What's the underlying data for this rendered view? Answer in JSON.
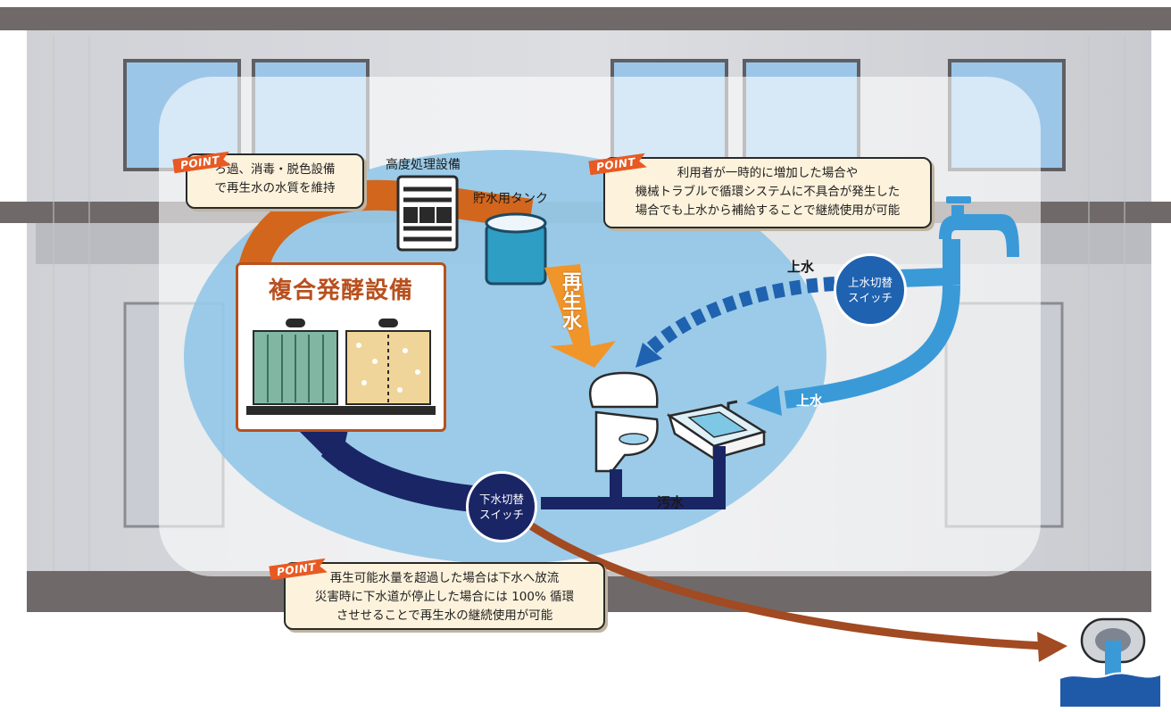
{
  "labels": {
    "facility_title": "複合発酵設備",
    "advanced_treatment": "高度処理設備",
    "storage_tank": "貯水用タンク",
    "reclaimed_water": "再生水",
    "tap_water_1": "上水",
    "tap_water_2": "上水",
    "sewage": "汚水"
  },
  "switches": {
    "tap_switch": [
      "上水切替",
      "スイッチ"
    ],
    "sewer_switch": [
      "下水切替",
      "スイッチ"
    ]
  },
  "callouts": {
    "badge": "POINT",
    "c1": [
      "ろ過、消毒・脱色設備",
      "で再生水の水質を維持"
    ],
    "c2": [
      "利用者が一時的に増加した場合や",
      "機械トラブルで循環システムに不具合が発生した",
      "場合でも上水から補給することで継続使用が可能"
    ],
    "c3": [
      "再生可能水量を超過した場合は下水へ放流",
      "災害時に下水道が停止した場合には 100% 循環",
      "させせることで再生水の継続使用が可能"
    ]
  },
  "colors": {
    "orange_flow": "#d2661c",
    "reclaimed_arrow": "#f0952a",
    "tap_blue": "#3a9ad8",
    "dashed_blue": "#1f62b0",
    "navy": "#1a2566",
    "discharge_brown": "#a24a22",
    "ellipse": "#8cc4e6"
  }
}
